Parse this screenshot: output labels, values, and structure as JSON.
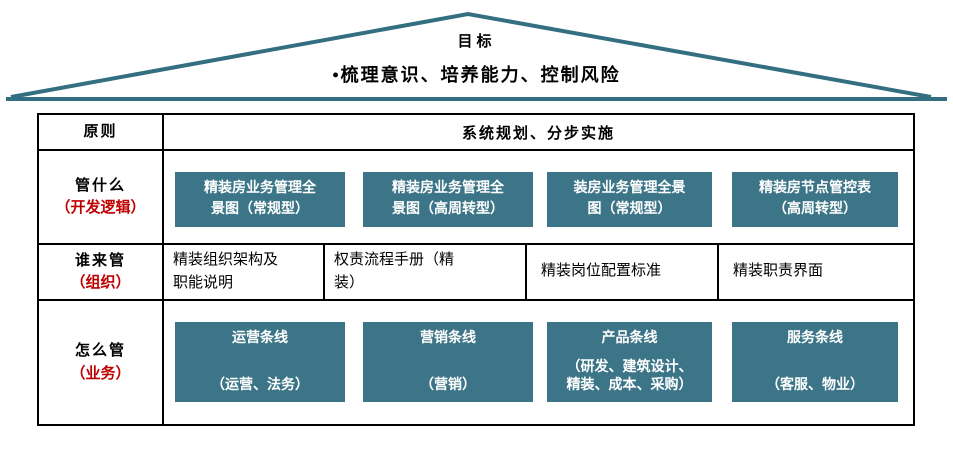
{
  "colors": {
    "roof_teal": "#346F81",
    "box_teal": "#3B7587",
    "accent_red": "#C00000",
    "border_black": "#000000"
  },
  "roof": {
    "title": "目标",
    "bullet": "•梳理意识、培养能力、控制风险"
  },
  "table": {
    "row_principle": {
      "label": "原则",
      "content": "系统规划、分步实施"
    },
    "row_what": {
      "label": "管什么",
      "sublabel": "（开发逻辑）",
      "boxes": [
        "精装房业务管理全\n景图（常规型）",
        "精装房业务管理全\n景图（高周转型）",
        "装房业务管理全景\n图（常规型）",
        "精装房节点管控表\n（高周转型）"
      ]
    },
    "row_who": {
      "label": "谁来管",
      "sublabel": "（组织）",
      "cells": [
        "精装组织架构及\n职能说明",
        "权责流程手册（精\n装）",
        "精装岗位配置标准",
        "精装职责界面"
      ]
    },
    "row_how": {
      "label": "怎么管",
      "sublabel": "（业务）",
      "boxes": [
        {
          "title": "运营条线",
          "subtitle": "（运营、法务）"
        },
        {
          "title": "营销条线",
          "subtitle": "（营销）"
        },
        {
          "title": "产品条线",
          "subtitle": "（研发、建筑设计、\n精装、成本、采购）"
        },
        {
          "title": "服务条线",
          "subtitle": "（客服、物业）"
        }
      ]
    }
  }
}
